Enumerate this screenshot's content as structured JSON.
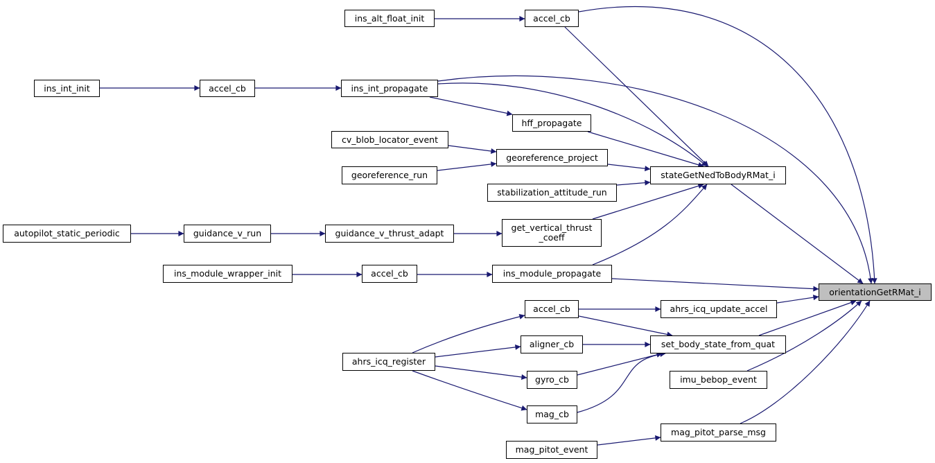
{
  "graph": {
    "edge_color": "#191970",
    "root_fill": "#bfbfbf",
    "nodes": {
      "orientation": "orientationGetRMat_i",
      "state_ned": "stateGetNedToBodyRMat_i",
      "accel_cb_top": "accel_cb",
      "ins_alt_float_init": "ins_alt_float_init",
      "ins_int_init": "ins_int_init",
      "accel_cb_int": "accel_cb",
      "ins_int_propagate": "ins_int_propagate",
      "hff_propagate": "hff_propagate",
      "cv_blob_locator_event": "cv_blob_locator_event",
      "georeference_run": "georeference_run",
      "georeference_project": "georeference_project",
      "stabilization_attitude_run": "stabilization_attitude_run",
      "autopilot_static_periodic": "autopilot_static_periodic",
      "guidance_v_run": "guidance_v_run",
      "guidance_v_thrust_adapt": "guidance_v_thrust_adapt",
      "get_vertical_thrust_coeff": "get_vertical_thrust\n_coeff",
      "ins_module_wrapper_init": "ins_module_wrapper_init",
      "accel_cb_module": "accel_cb",
      "ins_module_propagate": "ins_module_propagate",
      "ahrs_icq_update_accel": "ahrs_icq_update_accel",
      "accel_cb_icq": "accel_cb",
      "ahrs_icq_register": "ahrs_icq_register",
      "aligner_cb": "aligner_cb",
      "set_body_state_from_quat": "set_body_state_from_quat",
      "gyro_cb": "gyro_cb",
      "imu_bebop_event": "imu_bebop_event",
      "mag_cb": "mag_cb",
      "mag_pitot_parse_msg": "mag_pitot_parse_msg",
      "mag_pitot_event": "mag_pitot_event"
    }
  }
}
